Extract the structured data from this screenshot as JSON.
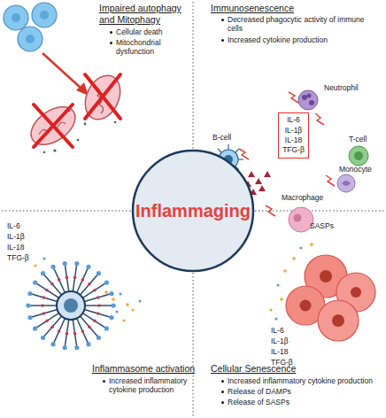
{
  "diagram": {
    "nodes": [
      {
        "text": [
          "Inflammaging"
        ]
      },
      {
        "text": [
          "IL-6",
          "IL-1β",
          "IL-18",
          "TFG-β"
        ]
      }
    ],
    "labels": [
      "Impaired autophagy and Mitophagy",
      "Cellular death",
      "Mitochondrial dysfunction",
      "Immunosenescence",
      "Decreased phagocytic activity of immune cells",
      "Increased cytokine production",
      "Neutrophil",
      "B-cell",
      "T-cell",
      "Monocyte",
      "Macrophage",
      "IL-6",
      "IL-1β",
      "IL-18",
      "TFG-β",
      "Inflammasome activation",
      "Increased inflammatory cytokine production",
      "SASPs",
      "IL-6",
      "IL-1β",
      "IL-18",
      "TFG-β",
      "Cellular Senescence",
      "Increased inflammatory cytokine production",
      "Release of DAMPs",
      "Release of SASPs"
    ]
  }
}
